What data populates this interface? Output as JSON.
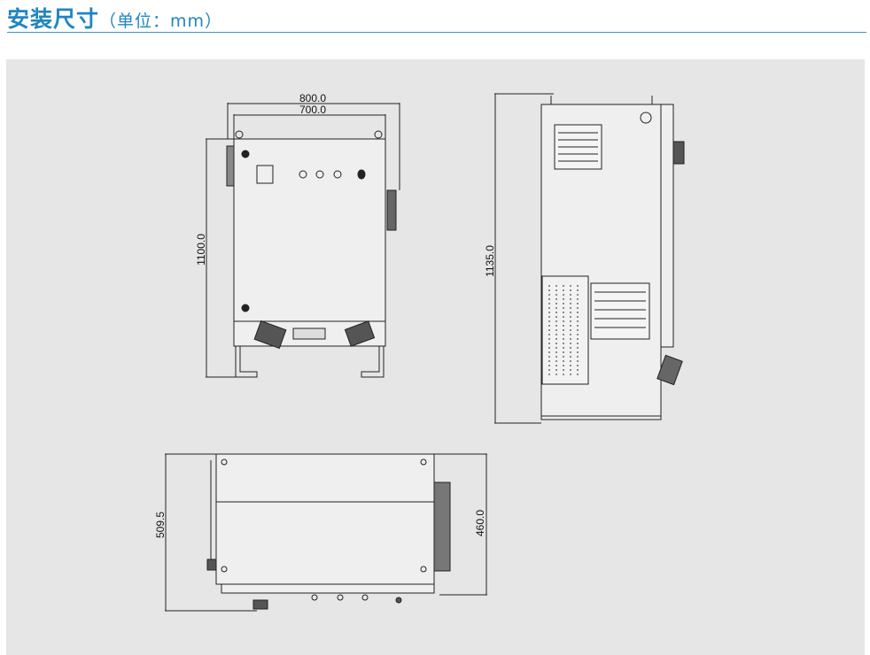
{
  "header": {
    "title": "安装尺寸",
    "unit_note": "（单位：mm）",
    "accent_color": "#1f86c1"
  },
  "front_view": {
    "width_outer": "800.0",
    "width_inner": "700.0",
    "height": "1100.0"
  },
  "side_view": {
    "height": "1135.0"
  },
  "top_view": {
    "depth_outer": "509.5",
    "depth_inner": "460.0"
  }
}
